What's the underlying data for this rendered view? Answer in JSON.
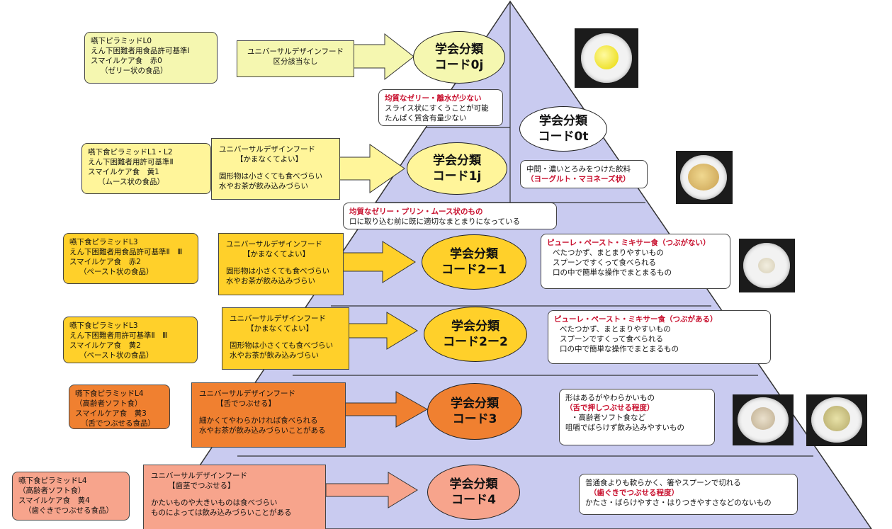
{
  "colors": {
    "pyramid_fill": "#c9cbf0",
    "pyramid_stroke": "#333333",
    "yellow_light": "#f5f7b0",
    "yellow": "#fff59a",
    "gold": "#ffd02a",
    "orange": "#f08030",
    "salmon": "#f7a48c",
    "red_text": "#c8102e"
  },
  "levels": {
    "l0j": {
      "source": [
        "嚥下ピラミッドL0",
        "えん下困難者用食品許可基準Ⅰ",
        "スマイルケア食　赤0",
        "（ゼリー状の食品）"
      ],
      "ud": [
        "ユニバーサルデザインフード",
        "区分該当なし"
      ],
      "code": [
        "学会分類",
        "コード0j"
      ],
      "desc": [
        "均質なゼリー・離水が少ない",
        "スライス状にすくうことが可能",
        "たんぱく質含有量少ない"
      ]
    },
    "l0t": {
      "code": [
        "学会分類",
        "コード0t"
      ],
      "desc": [
        "中間・濃いとろみをつけた飲料",
        "（ヨーグルト・マヨネーズ状）"
      ]
    },
    "l1j": {
      "source": [
        "嚥下食ピラミッドL1・L2",
        "えん下困難者用許可基準Ⅱ",
        "スマイルケア食　黄1",
        "（ムース状の食品）"
      ],
      "ud": [
        "ユニバーサルデザインフード",
        "【かまなくてよい】",
        "固形物は小さくても食べづらい",
        "水やお茶が飲み込みづらい"
      ],
      "code": [
        "学会分類",
        "コード1j"
      ],
      "desc": [
        "均質なゼリー・プリン・ムース状のもの",
        "口に取り込む前に既に適切なまとまりになっている"
      ]
    },
    "l21": {
      "source": [
        "嚥下食ピラミッドL3",
        "えん下困難者用食品許可基準Ⅱ　Ⅲ",
        "スマイルケア食　赤2",
        "（ペースト状の食品）"
      ],
      "ud": [
        "ユニバーサルデザインフード",
        "【かまなくてよい】",
        "固形物は小さくても食べづらい",
        "水やお茶が飲み込みづらい"
      ],
      "code": [
        "学会分類",
        "コード2ー1"
      ],
      "desc": [
        "ピューレ・ペースト・ミキサー食（つぶがない）",
        "べたつかず、まとまりやすいもの",
        "スプーンですくって食べられる",
        "口の中で簡単な操作でまとまるもの"
      ]
    },
    "l22": {
      "source": [
        "嚥下食ピラミッドL3",
        "えん下困難者用許可基準Ⅱ　Ⅲ",
        "スマイルケア食　黄2",
        "（ペースト状の食品）"
      ],
      "ud": [
        "ユニバーサルデザインフード",
        "【かまなくてよい】",
        "固形物は小さくても食べづらい",
        "水やお茶が飲み込みづらい"
      ],
      "code": [
        "学会分類",
        "コード2ー2"
      ],
      "desc": [
        "ピューレ・ペースト・ミキサー食（つぶがある）",
        "べたつかず、まとまりやすいもの",
        "スプーンですくって食べられる",
        "口の中で簡単な操作でまとまるもの"
      ]
    },
    "l3": {
      "source": [
        "嚥下食ピラミッドL4",
        "（高齢者ソフト食）",
        "スマイルケア食　黄3",
        "（舌でつぶせる食品）"
      ],
      "ud": [
        "ユニバーサルデザインフード",
        "【舌でつぶせる】",
        "細かくてやわらかければ食べられる",
        "水やお茶が飲み込みづらいことがある"
      ],
      "code": [
        "学会分類",
        "コード3"
      ],
      "desc": [
        "形はあるがやわらかいもの",
        "（舌で押しつぶせる程度）",
        "・高齢者ソフト食など",
        "咀嚼でばらけず飲み込みやすいもの"
      ]
    },
    "l4": {
      "source": [
        "嚥下食ピラミッドL4",
        "（高齢者ソフト食）",
        "スマイルケア食　黄4",
        "（歯ぐきでつぶせる食品）"
      ],
      "ud": [
        "ユニバーサルデザインフード",
        "【歯茎でつぶせる】",
        "かたいものや大きいものは食べづらい",
        "ものによっては飲み込みづらいことがある"
      ],
      "code": [
        "学会分類",
        "コード4"
      ],
      "desc": [
        "普通食よりも軟らかく、箸やスプーンで切れる",
        "（歯ぐきでつぶせる程度）",
        "かたさ・ばらけやすさ・はりつきやすさなどのないもの"
      ]
    }
  }
}
